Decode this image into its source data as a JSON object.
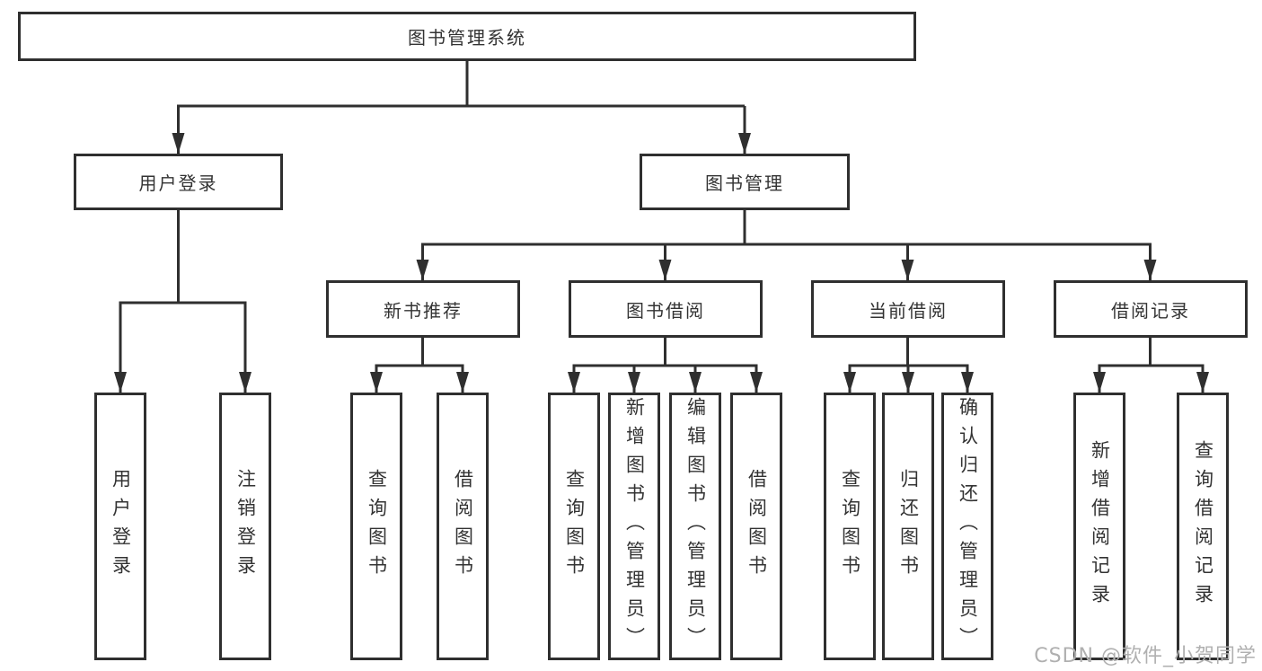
{
  "tree": {
    "label": "图书管理系统",
    "children": [
      {
        "label": "用户登录",
        "children": [
          {
            "label": "用户登录"
          },
          {
            "label": "注销登录"
          }
        ]
      },
      {
        "label": "图书管理",
        "children": [
          {
            "label": "新书推荐",
            "children": [
              {
                "label": "查询图书"
              },
              {
                "label": "借阅图书"
              }
            ]
          },
          {
            "label": "图书借阅",
            "children": [
              {
                "label": "查询图书"
              },
              {
                "label": "新增图书（管理员）"
              },
              {
                "label": "编辑图书（管理员）"
              },
              {
                "label": "借阅图书"
              }
            ]
          },
          {
            "label": "当前借阅",
            "children": [
              {
                "label": "查询图书"
              },
              {
                "label": "归还图书"
              },
              {
                "label": "确认归还（管理员）"
              }
            ]
          },
          {
            "label": "借阅记录",
            "children": [
              {
                "label": "新增借阅记录"
              },
              {
                "label": "查询借阅记录"
              }
            ]
          }
        ]
      }
    ]
  },
  "watermark": {
    "text": "CSDN @软件_小贺同学"
  },
  "colors": {
    "line": "#2f2f2f",
    "text": "#333333",
    "background": "#ffffff",
    "watermark": "#b0b0b0"
  }
}
